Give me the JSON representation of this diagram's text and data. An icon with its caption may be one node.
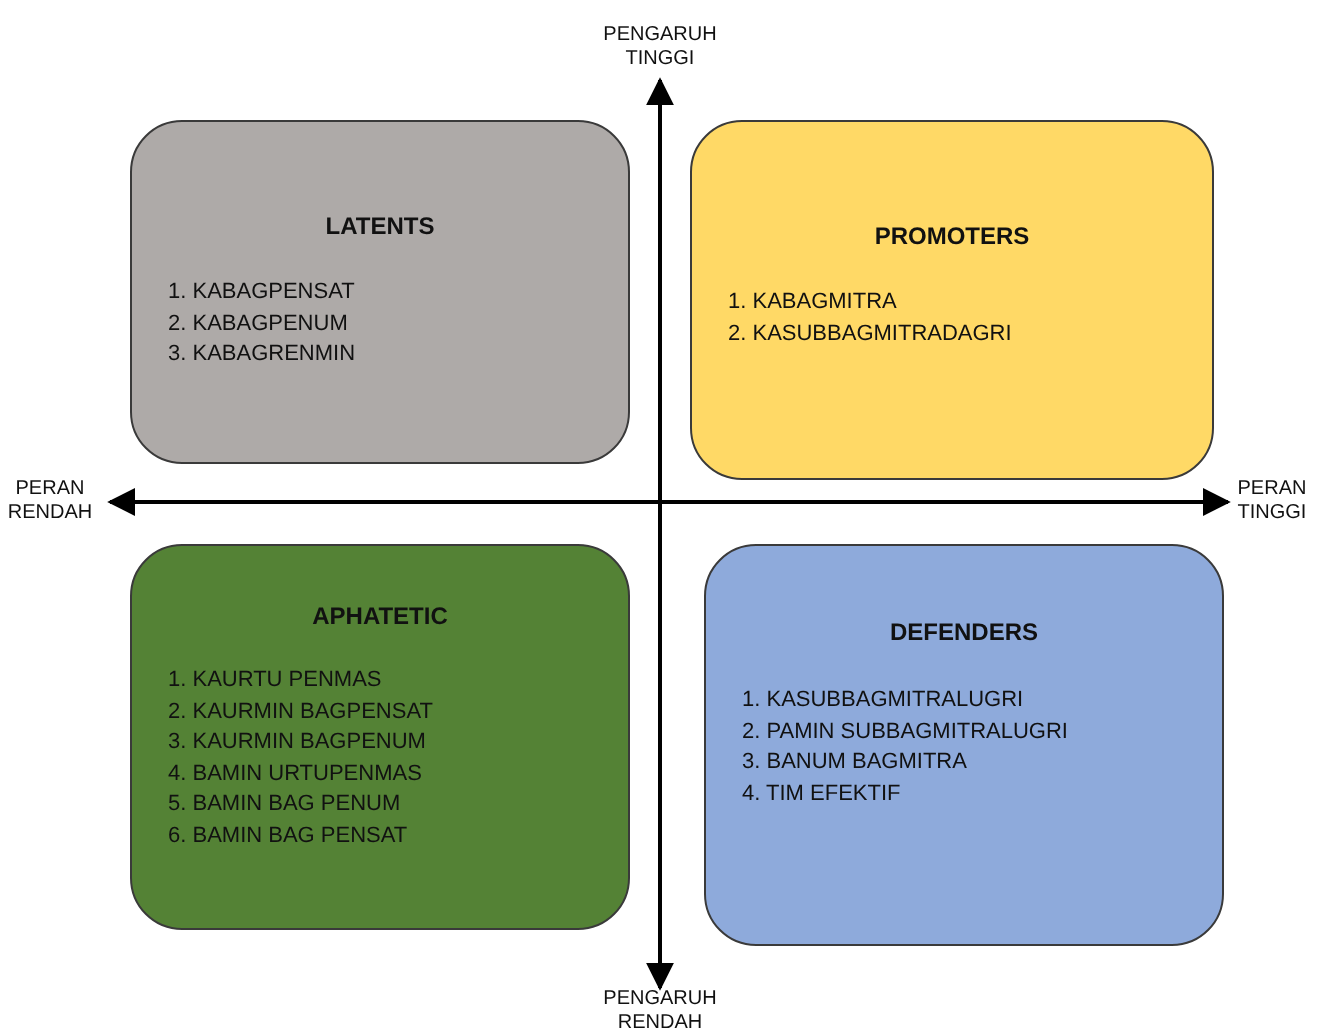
{
  "diagram": {
    "nodes": [
      {
        "text": [
          "LATENTS",
          "1. KABAGPENSAT",
          "2. KABAGPENUM",
          "3. KABAGRENMIN"
        ]
      },
      {
        "text": [
          "PROMOTERS",
          "1. KABAGMITRA",
          "2. KASUBBAGMITRADAGRI"
        ]
      },
      {
        "text": [
          "APHATETIC",
          "1. KAURTU PENMAS",
          "2. KAURMIN BAGPENSAT",
          "3. KAURMIN BAGPENUM",
          "4. BAMIN URTUPENMAS",
          "5. BAMIN BAG PENUM",
          "6. BAMIN BAG PENSAT"
        ]
      },
      {
        "text": [
          "DEFENDERS",
          "1. KASUBBAGMITRALUGRI",
          "2. PAMIN SUBBAGMITRALUGRI",
          "3. BANUM BAGMITRA",
          "4. TIM EFEKTIF"
        ]
      }
    ],
    "labels": [
      "PENGARUH TINGGI",
      "PERAN RENDAH",
      "PERAN TINGGI",
      "PENGARUH RENDAH"
    ]
  }
}
